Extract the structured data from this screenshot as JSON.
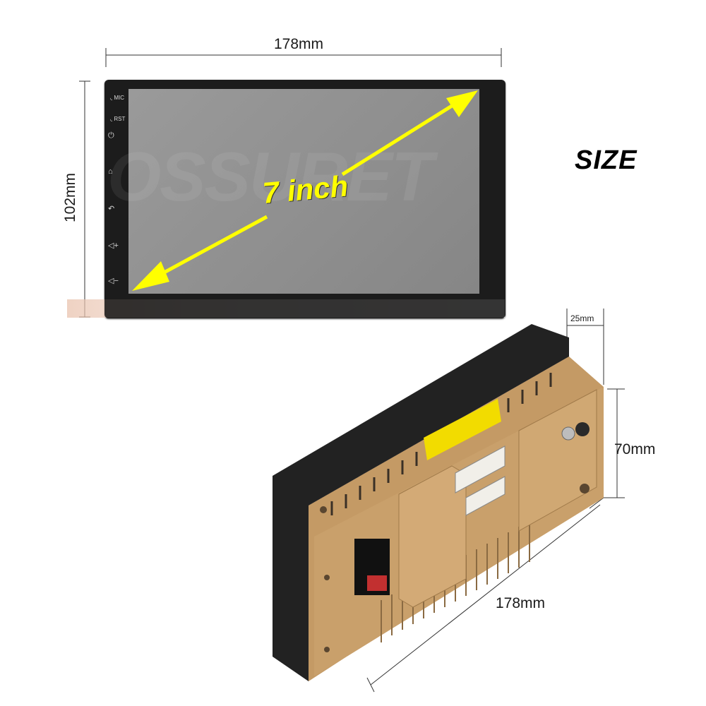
{
  "dimensions": {
    "front_width": "178mm",
    "front_height": "102mm",
    "depth": "25mm",
    "back_height": "70mm",
    "back_width": "178mm"
  },
  "labels": {
    "size_title": "SIZE",
    "screen_size": "7 inch",
    "watermark": "OSSURET"
  },
  "side_buttons": [
    {
      "label": "MIC",
      "icon": "mic-icon"
    },
    {
      "label": "RST",
      "icon": "reset-icon"
    },
    {
      "label": "",
      "icon": "power-icon"
    },
    {
      "label": "",
      "icon": "home-icon"
    },
    {
      "label": "",
      "icon": "back-icon"
    },
    {
      "label": "",
      "icon": "volume-up-icon"
    },
    {
      "label": "",
      "icon": "volume-down-icon"
    }
  ],
  "colors": {
    "arrow": "#ffff00",
    "screen": "#8e8e8e",
    "bezel": "#1c1c1c",
    "housing": "#c79a63"
  }
}
